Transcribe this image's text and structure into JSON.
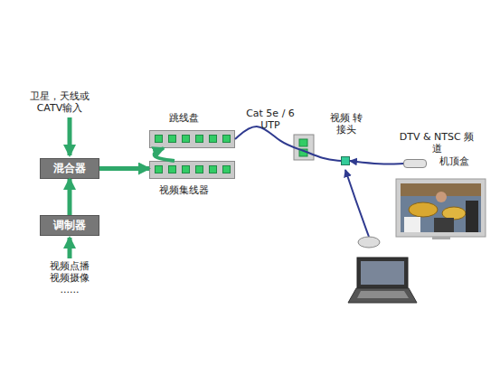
{
  "diagram": {
    "nodes": [
      {
        "text": [
          "混合器"
        ]
      },
      {
        "text": [
          "调制器"
        ]
      },
      {
        "text": [
          "跳线盘"
        ]
      },
      {
        "text": [
          "视频集线器"
        ]
      },
      {
        "text": [
          "视频 转接头"
        ]
      },
      {
        "text": [
          "机顶盒"
        ]
      }
    ],
    "edges": [
      {
        "from": 1,
        "to": 0,
        "arrow": "to"
      },
      {
        "from": 0,
        "to": 3,
        "arrow": "to"
      },
      {
        "from": 3,
        "to": 2,
        "arrow": "to"
      },
      {
        "from": 2,
        "to": 4,
        "arrow": "none",
        "label": "Cat 5e / 6 UTP"
      },
      {
        "from": 5,
        "to": 4,
        "arrow": "to"
      }
    ],
    "labels": [
      "卫星，天线或 CATV输入",
      "视频点播 视频摄像 ......",
      "DTV & NTSC 频道"
    ]
  }
}
